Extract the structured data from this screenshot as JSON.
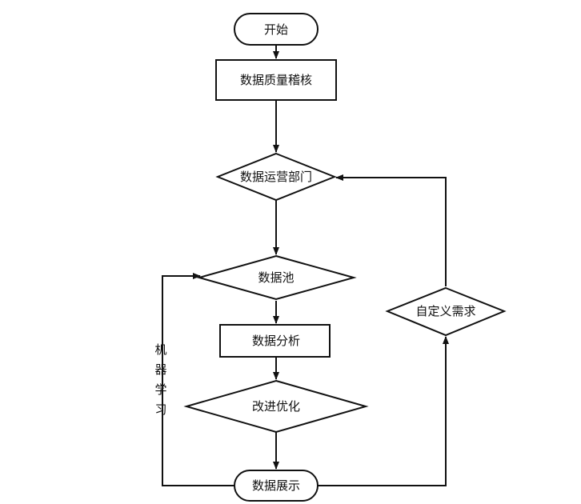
{
  "nodes": {
    "start": "开始",
    "quality_check": "数据质量稽核",
    "ops_dept": "数据运营部门",
    "data_pool": "数据池",
    "analysis": "数据分析",
    "optimize": "改进优化",
    "display": "数据展示",
    "custom_demand": "自定义需求"
  },
  "edge_labels": {
    "machine_learning": [
      "机",
      "器",
      "学",
      "习"
    ]
  }
}
